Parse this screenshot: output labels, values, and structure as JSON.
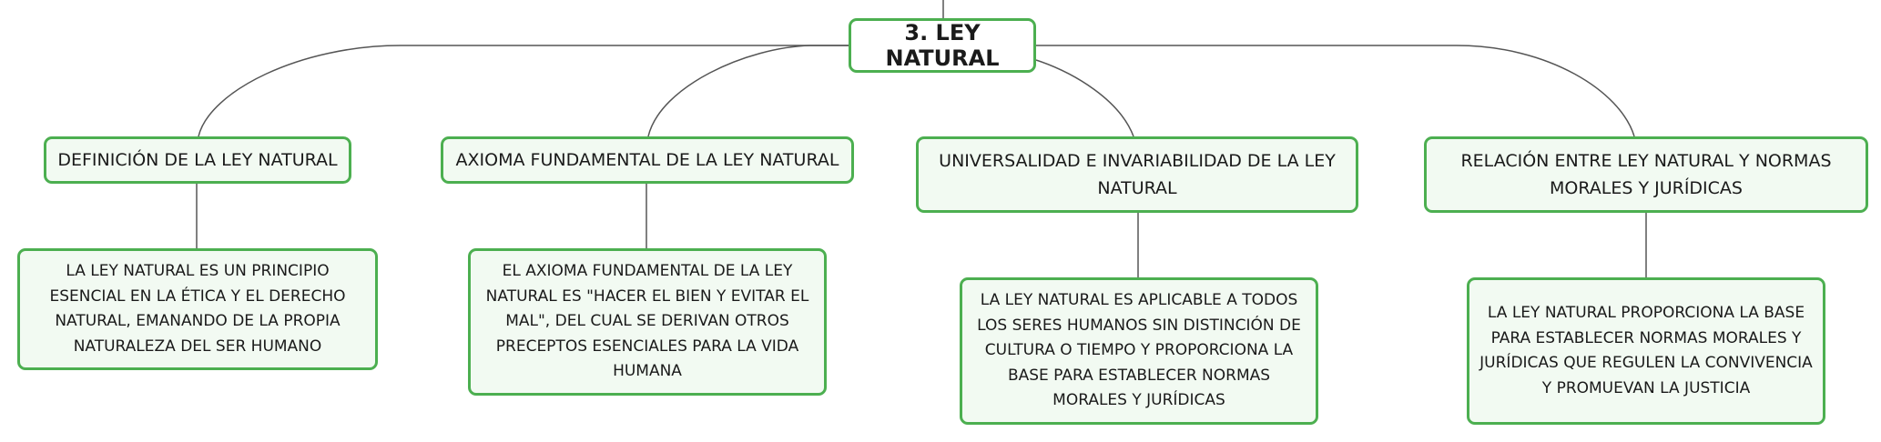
{
  "root": {
    "label": "3. LEY NATURAL"
  },
  "topics": [
    {
      "label": "DEFINICIÓN DE LA LEY NATURAL",
      "detail": "LA LEY NATURAL ES UN PRINCIPIO ESENCIAL EN LA ÉTICA Y EL DERECHO NATURAL, EMANANDO DE LA PROPIA NATURALEZA DEL SER HUMANO"
    },
    {
      "label": "AXIOMA FUNDAMENTAL DE LA LEY NATURAL",
      "detail": "EL AXIOMA FUNDAMENTAL DE LA LEY NATURAL ES \"HACER EL BIEN Y EVITAR EL MAL\", DEL CUAL SE DERIVAN OTROS PRECEPTOS ESENCIALES PARA LA VIDA HUMANA"
    },
    {
      "label": "UNIVERSALIDAD E INVARIABILIDAD DE LA LEY NATURAL",
      "detail": "LA LEY NATURAL ES APLICABLE A TODOS LOS SERES HUMANOS SIN DISTINCIÓN DE CULTURA O TIEMPO Y PROPORCIONA LA BASE PARA ESTABLECER NORMAS MORALES Y JURÍDICAS"
    },
    {
      "label": "RELACIÓN ENTRE LEY NATURAL Y NORMAS MORALES Y JURÍDICAS",
      "detail": "LA LEY NATURAL PROPORCIONA LA BASE PARA ESTABLECER NORMAS MORALES Y JURÍDICAS QUE REGULEN LA CONVIVENCIA Y PROMUEVAN LA JUSTICIA"
    }
  ],
  "colors": {
    "border": "#4caf50",
    "connector": "#555555",
    "node_fill": "#f2faf2",
    "text": "#1a1a1a"
  }
}
